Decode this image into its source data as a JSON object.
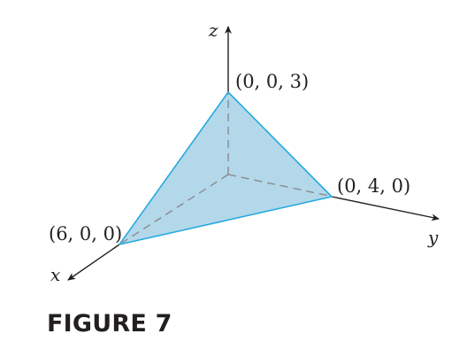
{
  "axes": {
    "x_label": "x",
    "y_label": "y",
    "z_label": "z"
  },
  "points": {
    "p_z": "(0, 0, 3)",
    "p_y": "(0, 4, 0)",
    "p_x": "(6, 0, 0)"
  },
  "caption": "FIGURE 7",
  "colors": {
    "face_fill": "#b3d8ea",
    "edge": "#27a9e1",
    "axis": "#231f20",
    "hidden": "#8a8a8a"
  }
}
